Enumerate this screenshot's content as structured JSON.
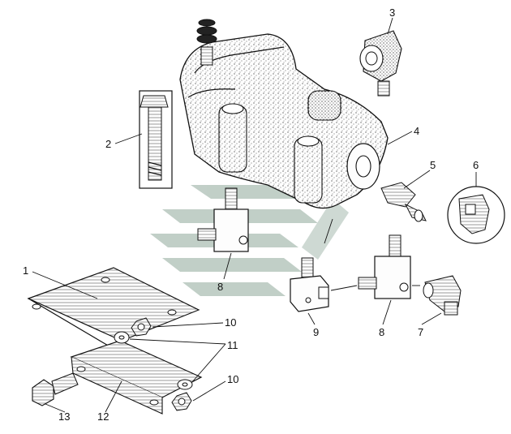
{
  "figure": {
    "callouts": [
      {
        "id": "1",
        "label": "1"
      },
      {
        "id": "2",
        "label": "2"
      },
      {
        "id": "3",
        "label": "3"
      },
      {
        "id": "4",
        "label": "4"
      },
      {
        "id": "5",
        "label": "5"
      },
      {
        "id": "6",
        "label": "6"
      },
      {
        "id": "7",
        "label": "7"
      },
      {
        "id": "8a",
        "label": "8"
      },
      {
        "id": "8b",
        "label": "8"
      },
      {
        "id": "9",
        "label": "9"
      },
      {
        "id": "10a",
        "label": "10"
      },
      {
        "id": "10b",
        "label": "10"
      },
      {
        "id": "11",
        "label": "11"
      },
      {
        "id": "12",
        "label": "12"
      },
      {
        "id": "13",
        "label": "13"
      }
    ],
    "colors": {
      "ink": "#111111",
      "background": "#ffffff",
      "watermark": "#8fa89a"
    },
    "watermark_logo": "stylized-arrow-emblem"
  }
}
